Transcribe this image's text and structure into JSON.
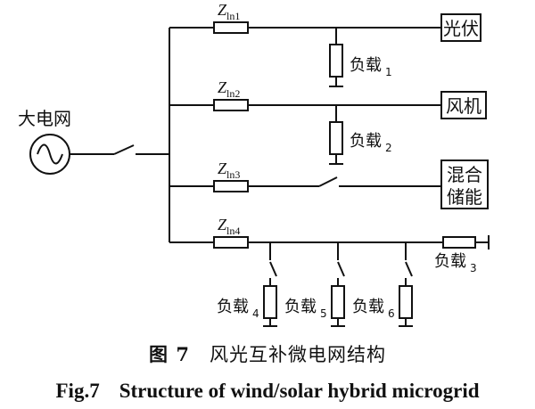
{
  "grid": {
    "label": "大电网"
  },
  "branches": [
    {
      "impedance_base": "Z",
      "impedance_sub": "ln1"
    },
    {
      "impedance_base": "Z",
      "impedance_sub": "ln2"
    },
    {
      "impedance_base": "Z",
      "impedance_sub": "ln3"
    },
    {
      "impedance_base": "Z",
      "impedance_sub": "ln4"
    }
  ],
  "sources": {
    "pv": "光伏",
    "wind": "风机",
    "storage_line1": "混合",
    "storage_line2": "储能"
  },
  "loads": [
    {
      "label": "负载",
      "sub": "1"
    },
    {
      "label": "负载",
      "sub": "2"
    },
    {
      "label": "负载",
      "sub": "3"
    },
    {
      "label": "负载",
      "sub": "4"
    },
    {
      "label": "负载",
      "sub": "5"
    },
    {
      "label": "负载",
      "sub": "6"
    }
  ],
  "caption": {
    "cn_number": "图 7",
    "cn_title": "风光互补微电网结构",
    "en_number": "Fig.7",
    "en_title": "Structure of wind/solar hybrid microgrid"
  },
  "colors": {
    "line": "#111111",
    "background": "#ffffff"
  }
}
